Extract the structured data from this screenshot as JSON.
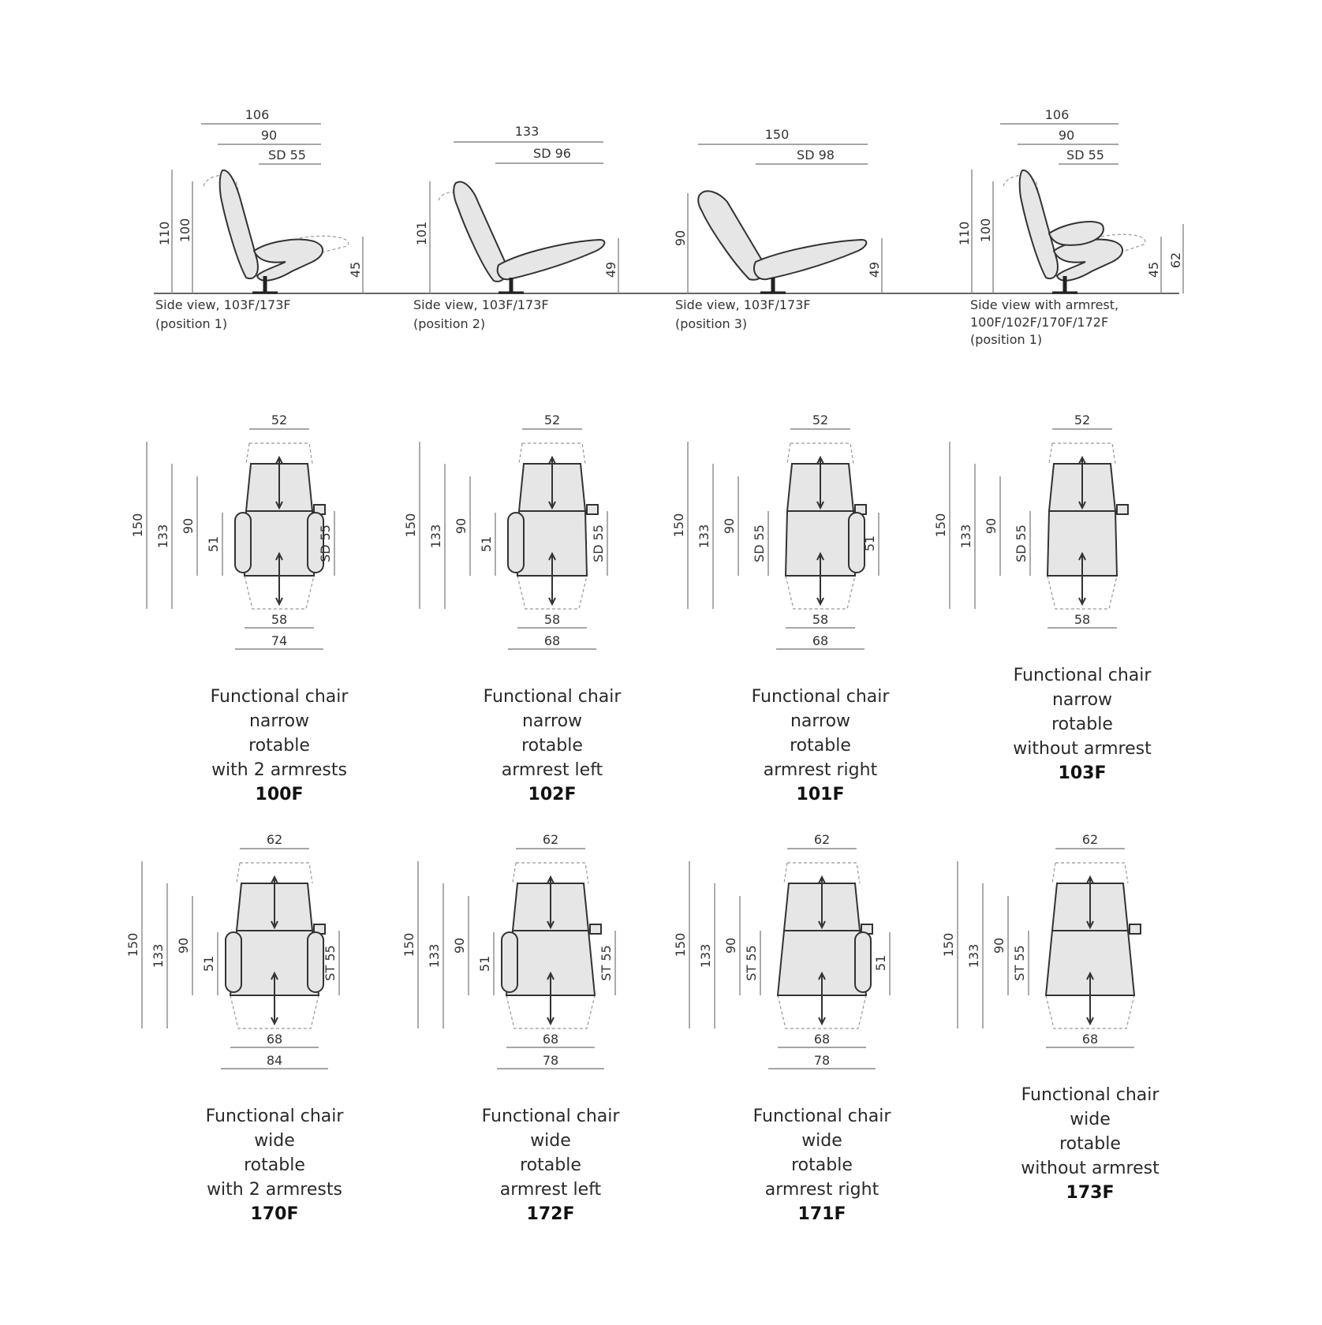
{
  "side_views": [
    {
      "dims_top": [
        "106",
        "90",
        "SD 55"
      ],
      "heights": [
        "110",
        "100"
      ],
      "right_dims": [
        "45"
      ],
      "label": [
        "Side view, 103F/173F",
        "(position 1)"
      ]
    },
    {
      "dims_top": [
        "133",
        "SD 96"
      ],
      "heights": [
        "101"
      ],
      "right_dims": [
        "49"
      ],
      "label": [
        "Side view, 103F/173F",
        "(position 2)"
      ]
    },
    {
      "dims_top": [
        "150",
        "SD 98"
      ],
      "heights": [
        "90"
      ],
      "right_dims": [
        "49"
      ],
      "label": [
        "Side view, 103F/173F",
        "(position 3)"
      ]
    },
    {
      "dims_top": [
        "106",
        "90",
        "SD 55"
      ],
      "heights": [
        "110",
        "100"
      ],
      "right_dims": [
        "45",
        "62"
      ],
      "label": [
        "Side view with armrest,",
        "100F/102F/170F/172F",
        "(position 1)"
      ]
    }
  ],
  "narrow_chairs": [
    {
      "top": "52",
      "left_dims": [
        "150",
        "133",
        "90",
        "51"
      ],
      "seat_dim": "SD 55",
      "seat_side": "right",
      "bottom": [
        "58",
        "74"
      ],
      "caption": [
        "Functional chair",
        "narrow",
        "rotable",
        "with 2 armrests"
      ],
      "code": "100F"
    },
    {
      "top": "52",
      "left_dims": [
        "150",
        "133",
        "90",
        "51"
      ],
      "seat_dim": "SD 55",
      "seat_side": "right",
      "bottom": [
        "58",
        "68"
      ],
      "caption": [
        "Functional chair",
        "narrow",
        "rotable",
        "armrest left"
      ],
      "code": "102F"
    },
    {
      "top": "52",
      "left_dims": [
        "150",
        "133",
        "90"
      ],
      "seat_dim": "SD 55",
      "seat_side": "left",
      "arm_dim": "51",
      "bottom": [
        "58",
        "68"
      ],
      "caption": [
        "Functional chair",
        "narrow",
        "rotable",
        "armrest right"
      ],
      "code": "101F"
    },
    {
      "top": "52",
      "left_dims": [
        "150",
        "133",
        "90"
      ],
      "seat_dim": "SD 55",
      "seat_side": "left",
      "bottom": [
        "58"
      ],
      "caption": [
        "Functional chair",
        "narrow",
        "rotable",
        "without armrest"
      ],
      "code": "103F"
    }
  ],
  "wide_chairs": [
    {
      "top": "62",
      "left_dims": [
        "150",
        "133",
        "90",
        "51"
      ],
      "seat_dim": "ST 55",
      "seat_side": "right",
      "bottom": [
        "68",
        "84"
      ],
      "caption": [
        "Functional chair",
        "wide",
        "rotable",
        "with 2 armrests"
      ],
      "code": "170F"
    },
    {
      "top": "62",
      "left_dims": [
        "150",
        "133",
        "90",
        "51"
      ],
      "seat_dim": "ST 55",
      "seat_side": "right",
      "bottom": [
        "68",
        "78"
      ],
      "caption": [
        "Functional chair",
        "wide",
        "rotable",
        "armrest left"
      ],
      "code": "172F"
    },
    {
      "top": "62",
      "left_dims": [
        "150",
        "133",
        "90"
      ],
      "seat_dim": "ST 55",
      "seat_side": "left",
      "arm_dim": "51",
      "bottom": [
        "68",
        "78"
      ],
      "caption": [
        "Functional chair",
        "wide",
        "rotable",
        "armrest right"
      ],
      "code": "171F"
    },
    {
      "top": "62",
      "left_dims": [
        "150",
        "133",
        "90"
      ],
      "seat_dim": "ST 55",
      "seat_side": "left",
      "bottom": [
        "68"
      ],
      "caption": [
        "Functional chair",
        "wide",
        "rotable",
        "without armrest"
      ],
      "code": "173F"
    }
  ]
}
